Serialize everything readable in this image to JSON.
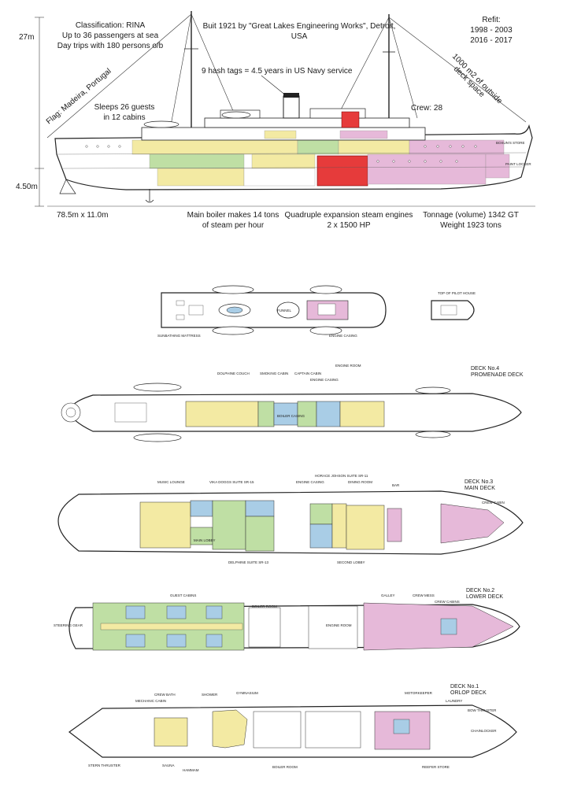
{
  "colors": {
    "guest_yellow": "#f3eaa3",
    "guest_green": "#bfdfa4",
    "bath_blue": "#a9cde6",
    "crew_pink": "#e6b9d9",
    "engine_red": "#e63b3b",
    "hull_line": "#222222"
  },
  "profile": {
    "height_label": "27m",
    "draft_label": "4.50m",
    "classification_line1": "Classification: RINA",
    "classification_line2": "Up to 36 passengers at sea",
    "classification_line3": "Day trips with 180 persons o/b",
    "built_line1": "Buit 1921 by \"Great Lakes Engineering Works\", Detroit,",
    "built_line2": "USA",
    "refit_line1": "Refit:",
    "refit_line2": "1998 - 2003",
    "refit_line3": "2016 - 2017",
    "hash_tags": "9 hash tags = 4.5 years in US Navy service",
    "flag": "Flag: Madeira, Portugal",
    "deck_space_line1": "1000 m2 of outside",
    "deck_space_line2": "deck space",
    "sleeps_line1": "Sleeps 26 guests",
    "sleeps_line2": "in 12 cabins",
    "crew": "Crew: 28",
    "dimensions": "78.5m  x  11.0m",
    "boiler_line1": "Main boiler makes 14 tons",
    "boiler_line2": "of steam per hour",
    "engine_line1": "Quadruple expansion steam engines",
    "engine_line2": "2 x 1500 HP",
    "tonnage_line1": "Tonnage (volume) 1342 GT",
    "tonnage_line2": "Weight 1923 tons"
  },
  "decks": {
    "top": {
      "pilot_house": "TOP OF PILOT HOUSE",
      "sunbathing": "SUNBATHING MATTRESS",
      "funnel": "FUNNEL",
      "engine_casing": "ENGINE CASING"
    },
    "promenade": {
      "title_line1": "DECK No.4",
      "title_line2": "PROMENADE DECK",
      "label_1": "DOLPHINE COUCH",
      "label_2": "SMOKING CABIN",
      "label_3": "CAPTAIN CABIN",
      "label_4": "ENGINE CASING",
      "label_5": "ENGINE ROOM",
      "label_6": "BOILER CASING"
    },
    "main": {
      "title_line1": "DECK No.3",
      "title_line2": "MAIN DECK",
      "label_1": "MUSIC LOUNGE",
      "label_2": "VIKA DOGGS SUITE SR-15",
      "label_3": "ENGINE CASING",
      "label_4": "HORACE JOHSON SUITE SR-11",
      "label_5": "DINING ROOM",
      "label_6": "BAR",
      "label_7": "CREW CABIN",
      "label_8": "DELPHINE SUITE SR-13",
      "label_9": "SECOND LOBBY",
      "label_10": "MAIN LOBBY"
    },
    "lower": {
      "title_line1": "DECK No.2",
      "title_line2": "LOWER DECK",
      "label_1": "GUEST CABINS",
      "label_2": "BOILER ROOM",
      "label_3": "ENGINE ROOM",
      "label_4": "GALLEY",
      "label_5": "CREW MESS",
      "label_6": "CREW CABINS",
      "label_7": "STEERING GEAR"
    },
    "orlop": {
      "title_line1": "DECK No.1",
      "title_line2": "ORLOP DECK",
      "label_1": "CREW BATH",
      "label_2": "MECHANIC CABIN",
      "label_3": "SHOWER",
      "label_4": "GYMNASIUM",
      "label_5": "MOTORKEEPER",
      "label_6": "LAUNDRY",
      "label_7": "BOW THRUSTER",
      "label_8": "STERN THRUSTER",
      "label_9": "SAUNA",
      "label_10": "HAMMAM",
      "label_11": "BOILER ROOM",
      "label_12": "REEFER STORE",
      "label_13": "CHAINLOCKER"
    }
  }
}
